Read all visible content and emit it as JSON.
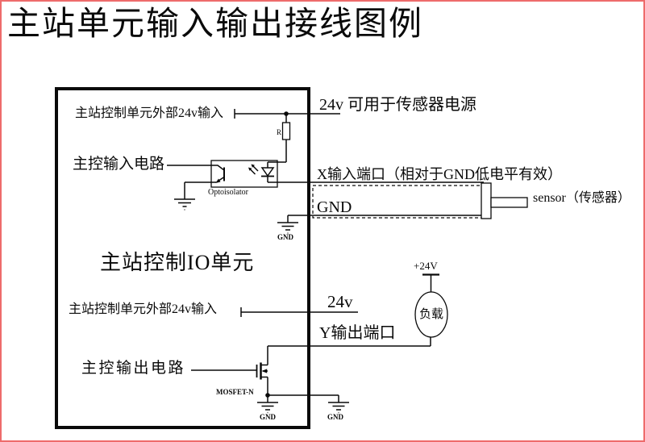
{
  "page": {
    "title": "主站单元输入输出接线图例",
    "frame_color": "#ee6b6b",
    "line_color": "#0a0a0a",
    "background_color": "#ffffff"
  },
  "unit_box": {
    "name": "主站控制IO单元",
    "input_section": {
      "external_24v_label": "主站控制单元外部24v输入",
      "input_circuit_label": "主控输入电路",
      "resistor_label": "R",
      "optoisolator_label": "Optoisolator"
    },
    "output_section": {
      "external_24v_label": "主站控制单元外部24v输入",
      "output_circuit_label": "主控输出电路",
      "mosfet_label": "MOSFET-N",
      "gnd_internal_label": "GND",
      "gnd_external_label": "GND"
    }
  },
  "external": {
    "sensor_power_note": "24v 可用于传感器电源",
    "x_input_port_label": "X输入端口（相对于GND低电平有效）",
    "gnd_rail_label": "GND",
    "gnd_rail_symbol_label": "GND",
    "sensor_label": "sensor（传感器）",
    "output_24v_label": "24v",
    "y_output_port_label": "Y输出端口",
    "load_supply_label": "+24V",
    "load_label": "负载"
  }
}
